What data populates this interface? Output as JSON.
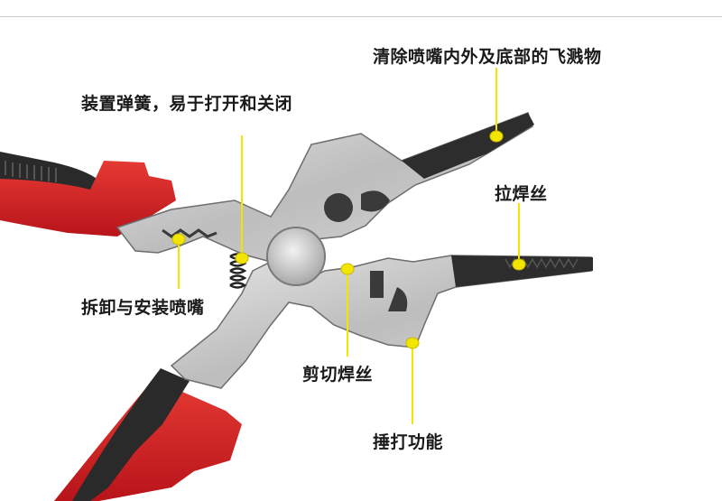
{
  "callouts": {
    "clean_spatter": "清除喷嘴内外及底部的飞溅物",
    "spring": "装置弹簧，易于打开和关闭",
    "pull_wire": "拉焊丝",
    "nozzle": "拆卸与安装喷嘴",
    "cut_wire": "剪切焊丝",
    "hammer": "捶打功能"
  },
  "colors": {
    "marker": "#f2e600",
    "handle": "#d7201e",
    "steel": "#cfcfcf",
    "tip": "#2d2d2d"
  }
}
